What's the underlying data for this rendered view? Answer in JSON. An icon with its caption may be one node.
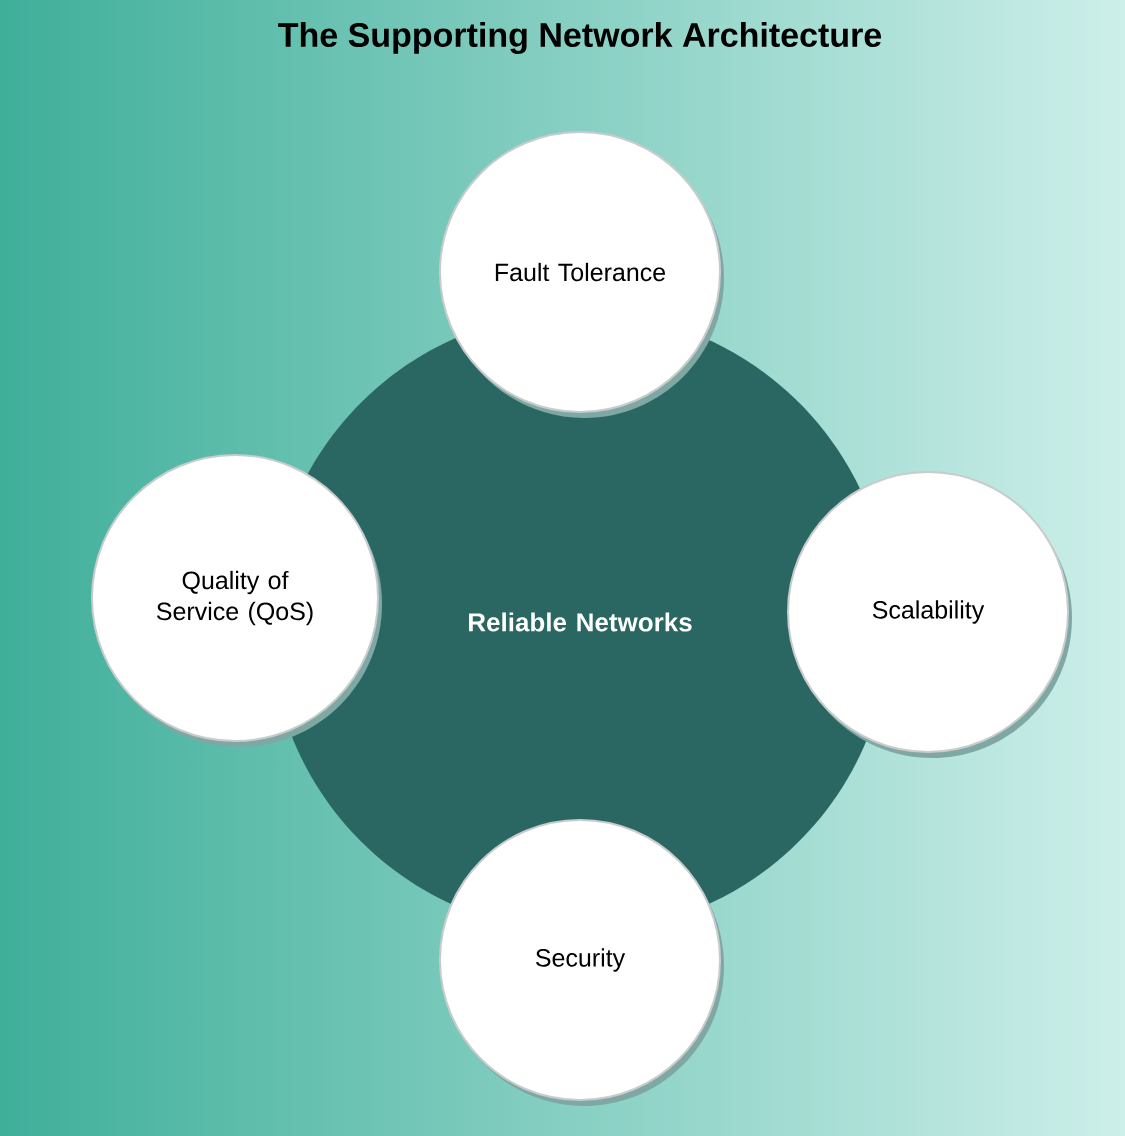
{
  "diagram": {
    "title": "The Supporting Network Architecture",
    "nodes": [
      {
        "text": [
          "Reliable Networks"
        ]
      },
      {
        "text": [
          "Fault Tolerance"
        ]
      },
      {
        "text": [
          "Quality of Service (QoS)"
        ]
      },
      {
        "text": [
          "Scalability"
        ]
      },
      {
        "text": [
          "Security"
        ]
      }
    ]
  }
}
